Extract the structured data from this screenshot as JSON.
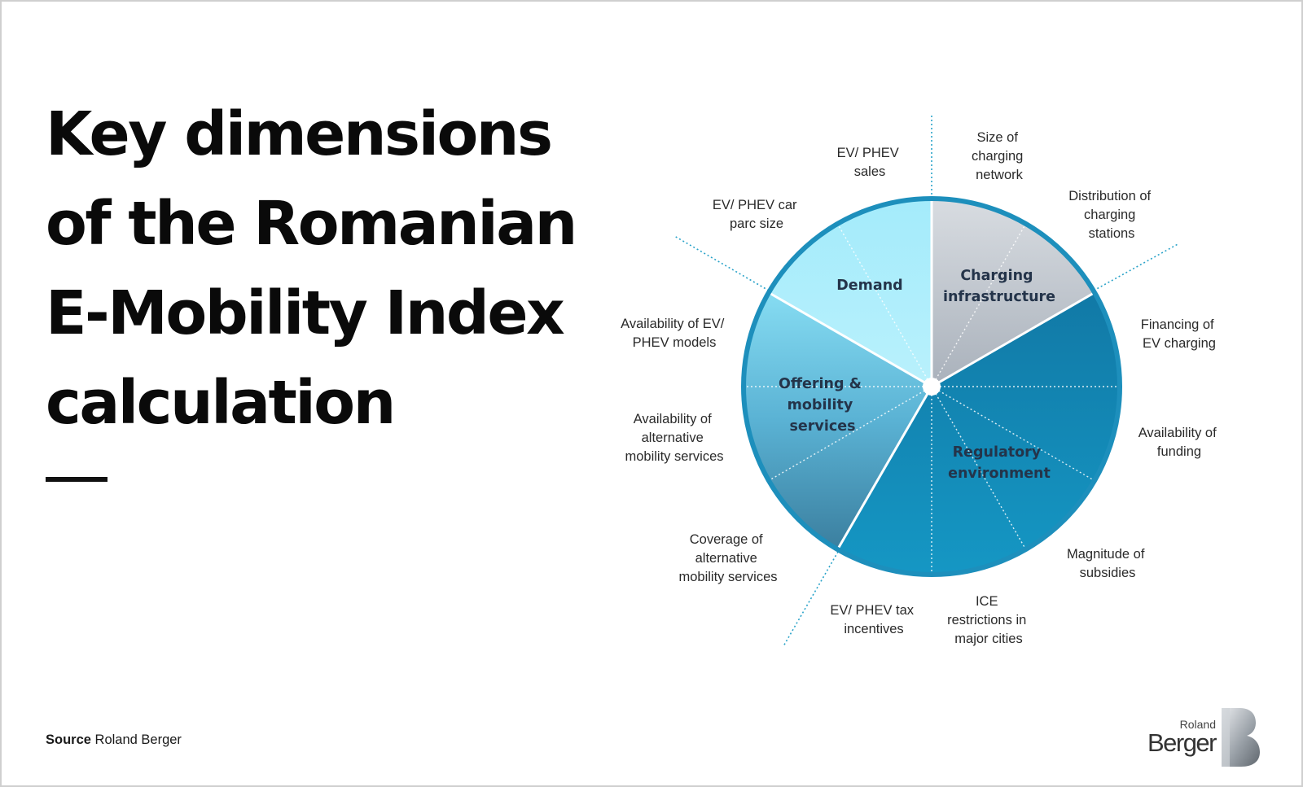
{
  "title": {
    "lines": [
      "Key dimensions",
      "of the Romanian",
      "E-Mobility Index",
      "calculation"
    ]
  },
  "diagram": {
    "segments": [
      {
        "title_lines": [
          "Charging",
          "infrastructure"
        ]
      },
      {
        "title_lines": [
          "Regulatory",
          "environment"
        ]
      },
      {
        "title_lines": [
          "Offering &",
          "mobility",
          "services"
        ]
      },
      {
        "title_lines": [
          "Demand"
        ]
      }
    ],
    "labels": [
      {
        "lines": [
          "Size of",
          "charging",
          "network"
        ]
      },
      {
        "lines": [
          "Distribution of",
          "charging",
          "stations"
        ]
      },
      {
        "lines": [
          "Financing of",
          "EV charging"
        ]
      },
      {
        "lines": [
          "Availability of",
          "funding"
        ]
      },
      {
        "lines": [
          "Magnitude of",
          "subsidies"
        ]
      },
      {
        "lines": [
          "ICE",
          "restrictions in",
          "major cities"
        ]
      },
      {
        "lines": [
          "EV/ PHEV tax",
          "incentives"
        ]
      },
      {
        "lines": [
          "Coverage of",
          "alternative",
          "mobility services"
        ]
      },
      {
        "lines": [
          "Availability of",
          "alternative",
          "mobility services"
        ]
      },
      {
        "lines": [
          "Availability of EV/",
          "PHEV models"
        ]
      },
      {
        "lines": [
          "EV/ PHEV car",
          "parc size"
        ]
      },
      {
        "lines": [
          "EV/ PHEV",
          "sales"
        ]
      }
    ]
  },
  "footer": {
    "source_key": "Source",
    "source_value": " Roland Berger",
    "logo_small": "Roland",
    "logo_big": "Berger"
  },
  "colors": {
    "ring": "#1d8fbc",
    "demand_light": "#a8ecfb",
    "charging_gray": "#c6ccd3",
    "regulatory_blue": "#1586b3",
    "offering_top": "#7dd5ee",
    "offering_bottom": "#3f86a6",
    "dotted_axis": "#2aa3c9"
  }
}
